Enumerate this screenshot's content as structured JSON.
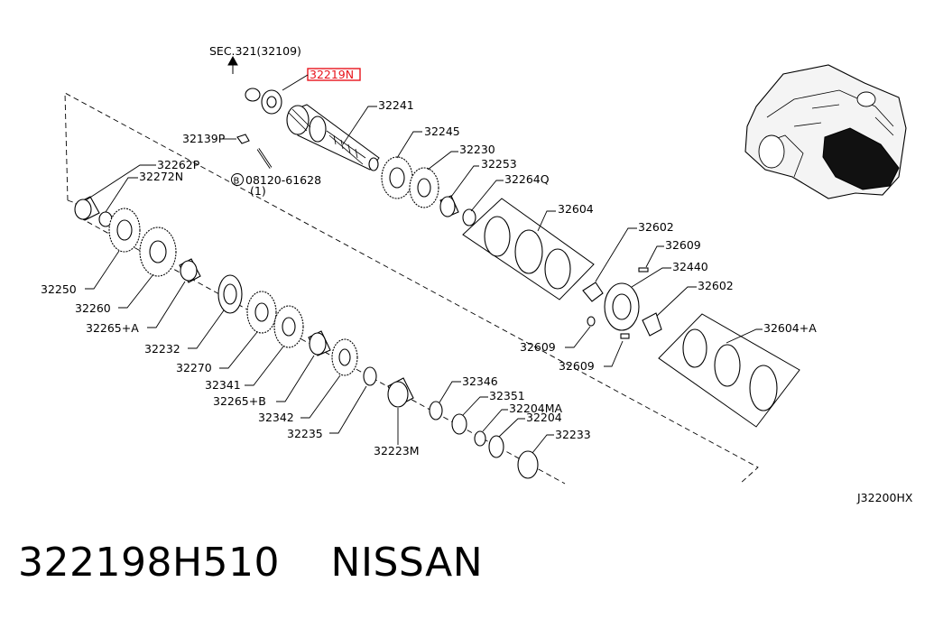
{
  "diagram": {
    "section_ref": "SEC.321(32109)",
    "highlighted_part": "32219N",
    "drawing_code": "J32200HX",
    "bolt_callout": {
      "prefix": "B",
      "part": "08120-61628",
      "qty": "(1)"
    },
    "highlight_color": "#e8141c",
    "labels": [
      {
        "id": "32241",
        "text": "32241"
      },
      {
        "id": "32139P",
        "text": "32139P"
      },
      {
        "id": "32245",
        "text": "32245"
      },
      {
        "id": "32230",
        "text": "32230"
      },
      {
        "id": "32253",
        "text": "32253"
      },
      {
        "id": "32264Q",
        "text": "32264Q"
      },
      {
        "id": "32604",
        "text": "32604"
      },
      {
        "id": "32262P",
        "text": "32262P"
      },
      {
        "id": "32272N",
        "text": "32272N"
      },
      {
        "id": "32602a",
        "text": "32602"
      },
      {
        "id": "32609a",
        "text": "32609"
      },
      {
        "id": "32440",
        "text": "32440"
      },
      {
        "id": "32602b",
        "text": "32602"
      },
      {
        "id": "32604A",
        "text": "32604+A"
      },
      {
        "id": "32609b",
        "text": "32609"
      },
      {
        "id": "32609c",
        "text": "32609"
      },
      {
        "id": "32250",
        "text": "32250"
      },
      {
        "id": "32260",
        "text": "32260"
      },
      {
        "id": "32265A",
        "text": "32265+A"
      },
      {
        "id": "32232",
        "text": "32232"
      },
      {
        "id": "32270",
        "text": "32270"
      },
      {
        "id": "32341",
        "text": "32341"
      },
      {
        "id": "32265B",
        "text": "32265+B"
      },
      {
        "id": "32342",
        "text": "32342"
      },
      {
        "id": "32235",
        "text": "32235"
      },
      {
        "id": "32223M",
        "text": "32223M"
      },
      {
        "id": "32346",
        "text": "32346"
      },
      {
        "id": "32351",
        "text": "32351"
      },
      {
        "id": "32204MA",
        "text": "32204MA"
      },
      {
        "id": "32204",
        "text": "32204"
      },
      {
        "id": "32233",
        "text": "32233"
      }
    ]
  },
  "caption": {
    "part_number": "322198H510",
    "brand": "NISSAN"
  }
}
